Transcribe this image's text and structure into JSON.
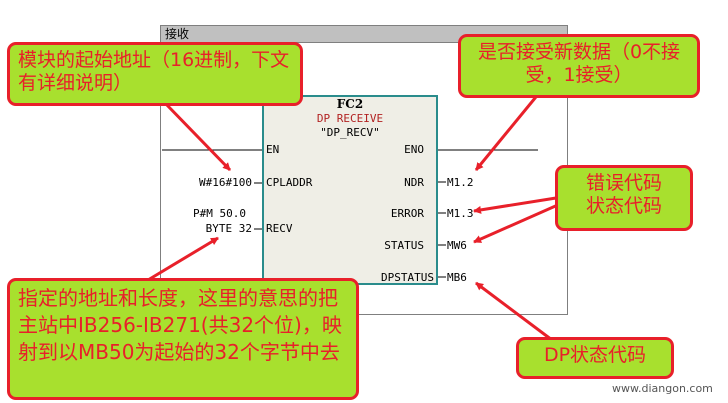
{
  "network": {
    "title": "接收"
  },
  "block": {
    "number": "FC2",
    "name": "DP RECEIVE",
    "symbol": "\"DP_RECV\""
  },
  "pins": {
    "en": "EN",
    "eno": "ENO",
    "cpladdr": "CPLADDR",
    "recv": "RECV",
    "ndr": "NDR",
    "error": "ERROR",
    "status": "STATUS",
    "dpstatus": "DPSTATUS"
  },
  "params": {
    "cpladdr_value": "W#16#100",
    "recv_pointer": "P#M 50.0",
    "recv_length": "BYTE 32",
    "ndr_value": "M1.2",
    "error_value": "M1.3",
    "status_value": "MW6",
    "dpstatus_value": "MB6"
  },
  "callouts": {
    "module_address": "模块的起始地址（16进制，下文有详细说明）",
    "new_data": "是否接受新数据（0不接受，1接受）",
    "error_status": [
      "错误代码",
      "状态代码"
    ],
    "receive_area": "指定的地址和长度，这里的意思的把主站中IB256-IB271(共32个位)，映射到以MB50为起始的32个字节中去",
    "dp_status": "DP状态代码"
  },
  "watermark": "www.diangon.com",
  "colors": {
    "callout_bg": "#a8e02e",
    "callout_border": "#e8202a",
    "block_border": "#2a8c8c",
    "block_bg": "#efeee6"
  }
}
